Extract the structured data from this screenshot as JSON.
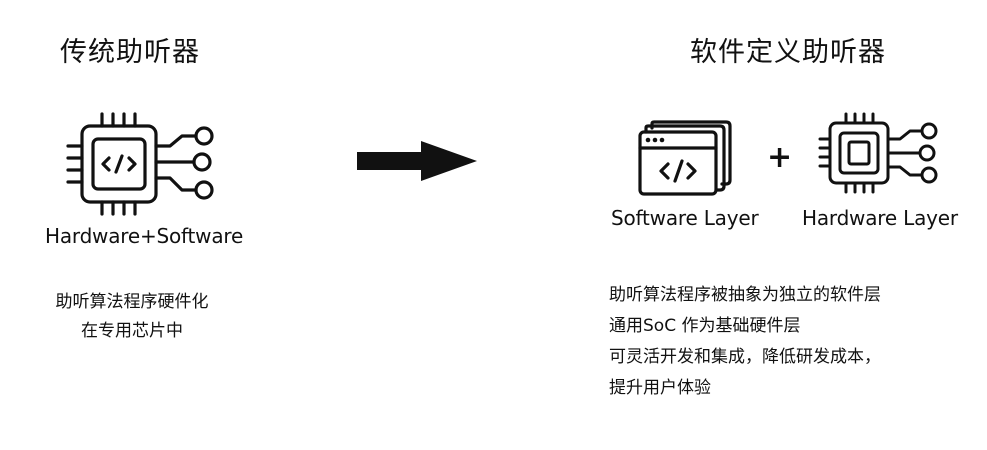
{
  "left": {
    "title": "传统助听器",
    "chip_caption": "Hardware+Software",
    "description": [
      "助听算法程序硬件化",
      "在专用芯片中"
    ]
  },
  "right": {
    "title": "软件定义助听器",
    "software_caption": "Software Layer",
    "plus": "+",
    "hardware_caption": "Hardware Layer",
    "description": [
      "助听算法程序被抽象为独立的软件层",
      "通用SoC 作为基础硬件层",
      "可灵活开发和集成，降低研发成本，",
      "提升用户体验"
    ]
  },
  "icons": {
    "left_chip": "chip-with-code-icon",
    "arrow": "right-arrow-icon",
    "software_window": "stacked-code-windows-icon",
    "hardware_chip": "chip-icon"
  },
  "colors": {
    "ink": "#111111",
    "background": "#ffffff"
  }
}
